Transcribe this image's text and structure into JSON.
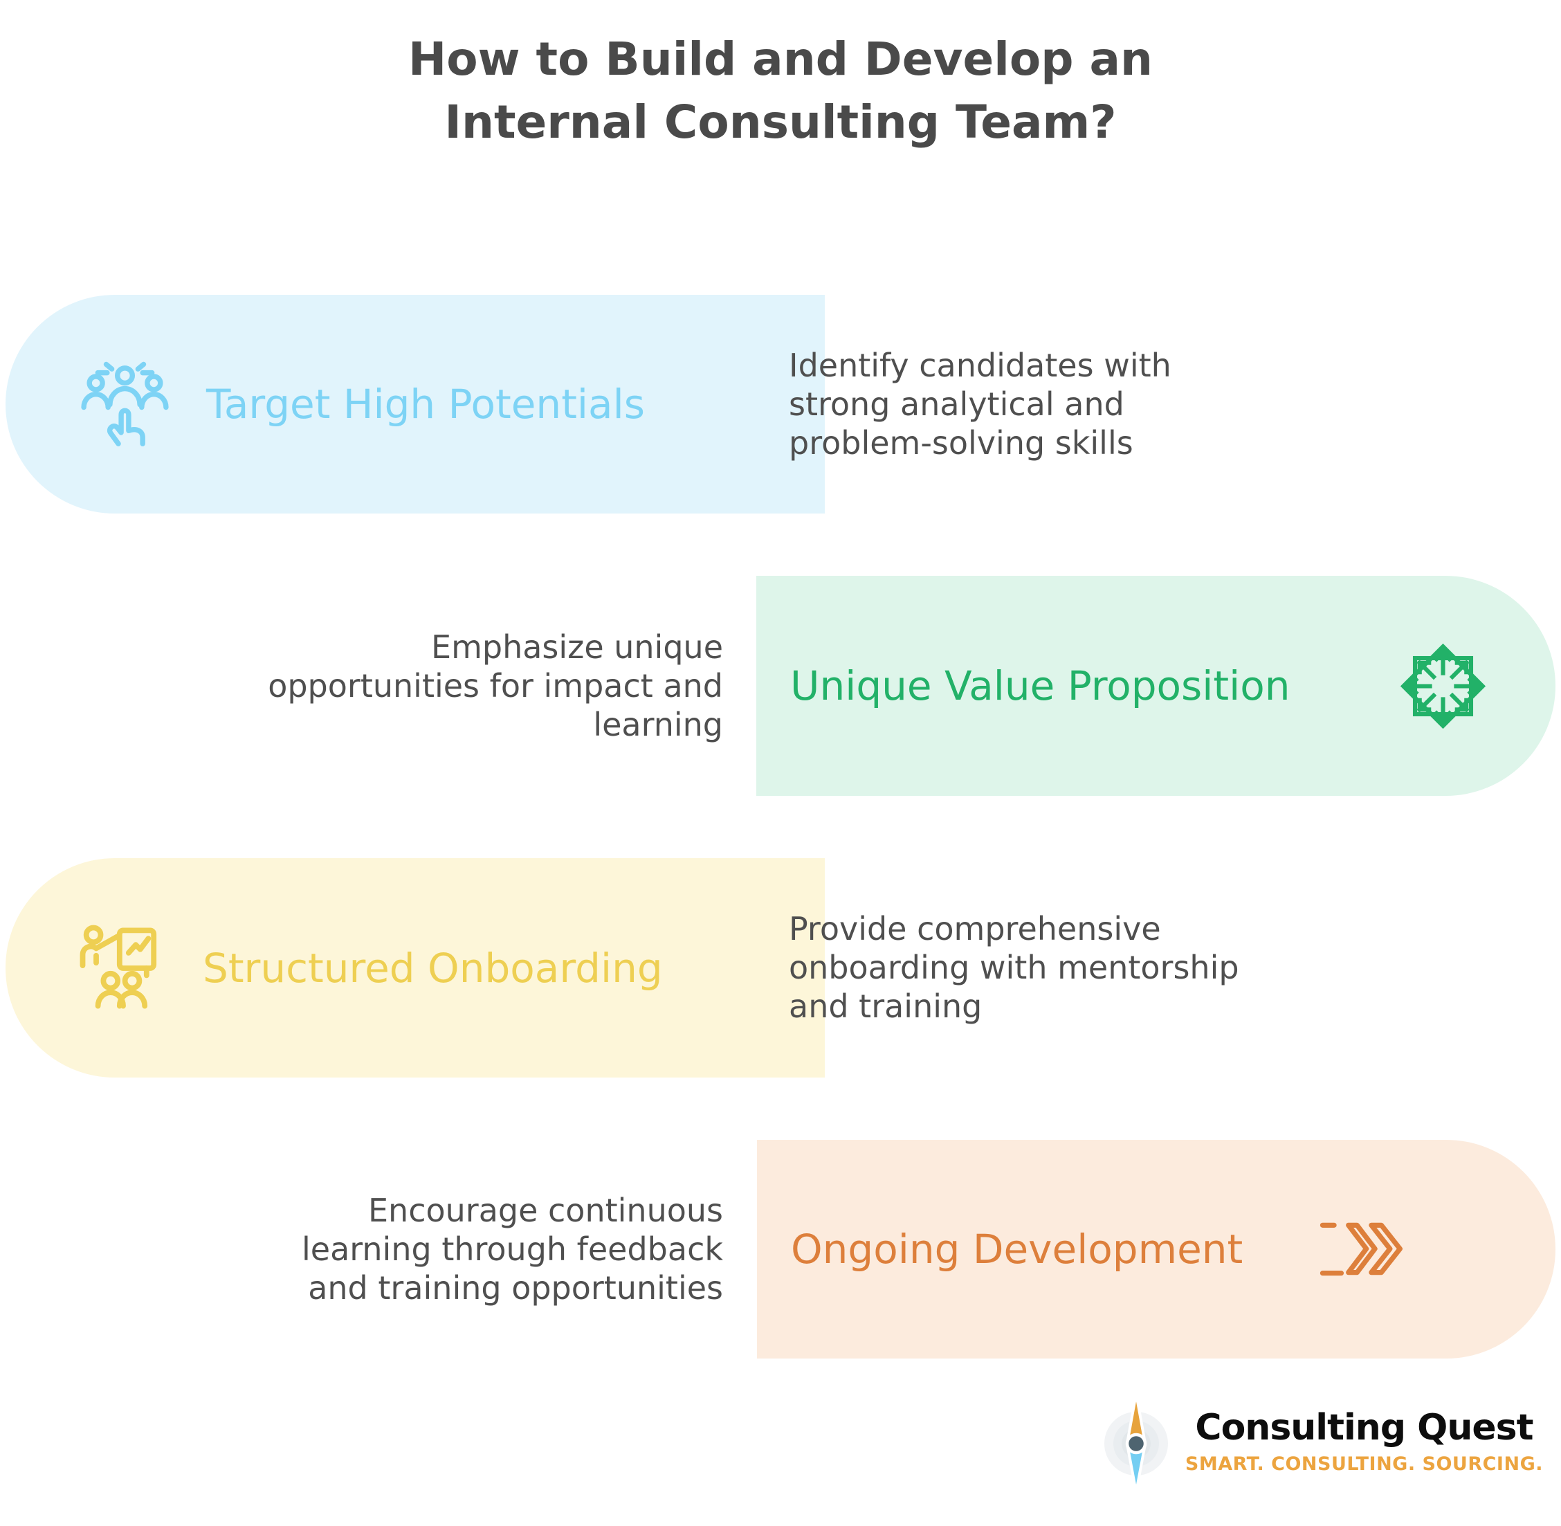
{
  "title": {
    "line1": "How to Build and Develop an",
    "line2": "Internal Consulting Team?"
  },
  "title_color": "#4a4a4a",
  "description_color": "#4f4f4f",
  "sections": [
    {
      "id": "target-high-potentials",
      "heading": "Target High Potentials",
      "description_lines": [
        "Identify candidates with",
        "strong analytical and",
        "problem-solving skills"
      ],
      "icon": "team-select-icon",
      "bg": "#e1f4fc",
      "fg": "#7dd3f5",
      "pill_side": "left"
    },
    {
      "id": "unique-value-proposition",
      "heading": "Unique Value Proposition",
      "description_lines": [
        "Emphasize unique",
        "opportunities for impact and",
        "learning"
      ],
      "icon": "ornamental-star-icon",
      "bg": "#def5ea",
      "fg": "#22b168",
      "pill_side": "right"
    },
    {
      "id": "structured-onboarding",
      "heading": "Structured Onboarding",
      "description_lines": [
        "Provide comprehensive",
        "onboarding with mentorship",
        "and training"
      ],
      "icon": "presenter-training-icon",
      "bg": "#fdf6d9",
      "fg": "#eecf52",
      "pill_side": "left"
    },
    {
      "id": "ongoing-development",
      "heading": "Ongoing Development",
      "description_lines": [
        "Encourage continuous",
        "learning through feedback",
        "and training opportunities"
      ],
      "icon": "double-chevron-icon",
      "bg": "#fcebdd",
      "fg": "#dd7f3b",
      "pill_side": "right"
    }
  ],
  "logo": {
    "name": "Consulting Quest",
    "tagline": "SMART. CONSULTING. SOURCING.",
    "icon": "compass-icon",
    "name_color": "#0d0d0d",
    "tagline_color": "#eca43f",
    "needle_top_color": "#e7a33c",
    "needle_bottom_color": "#74cef2",
    "hub_color": "#4e6470"
  }
}
